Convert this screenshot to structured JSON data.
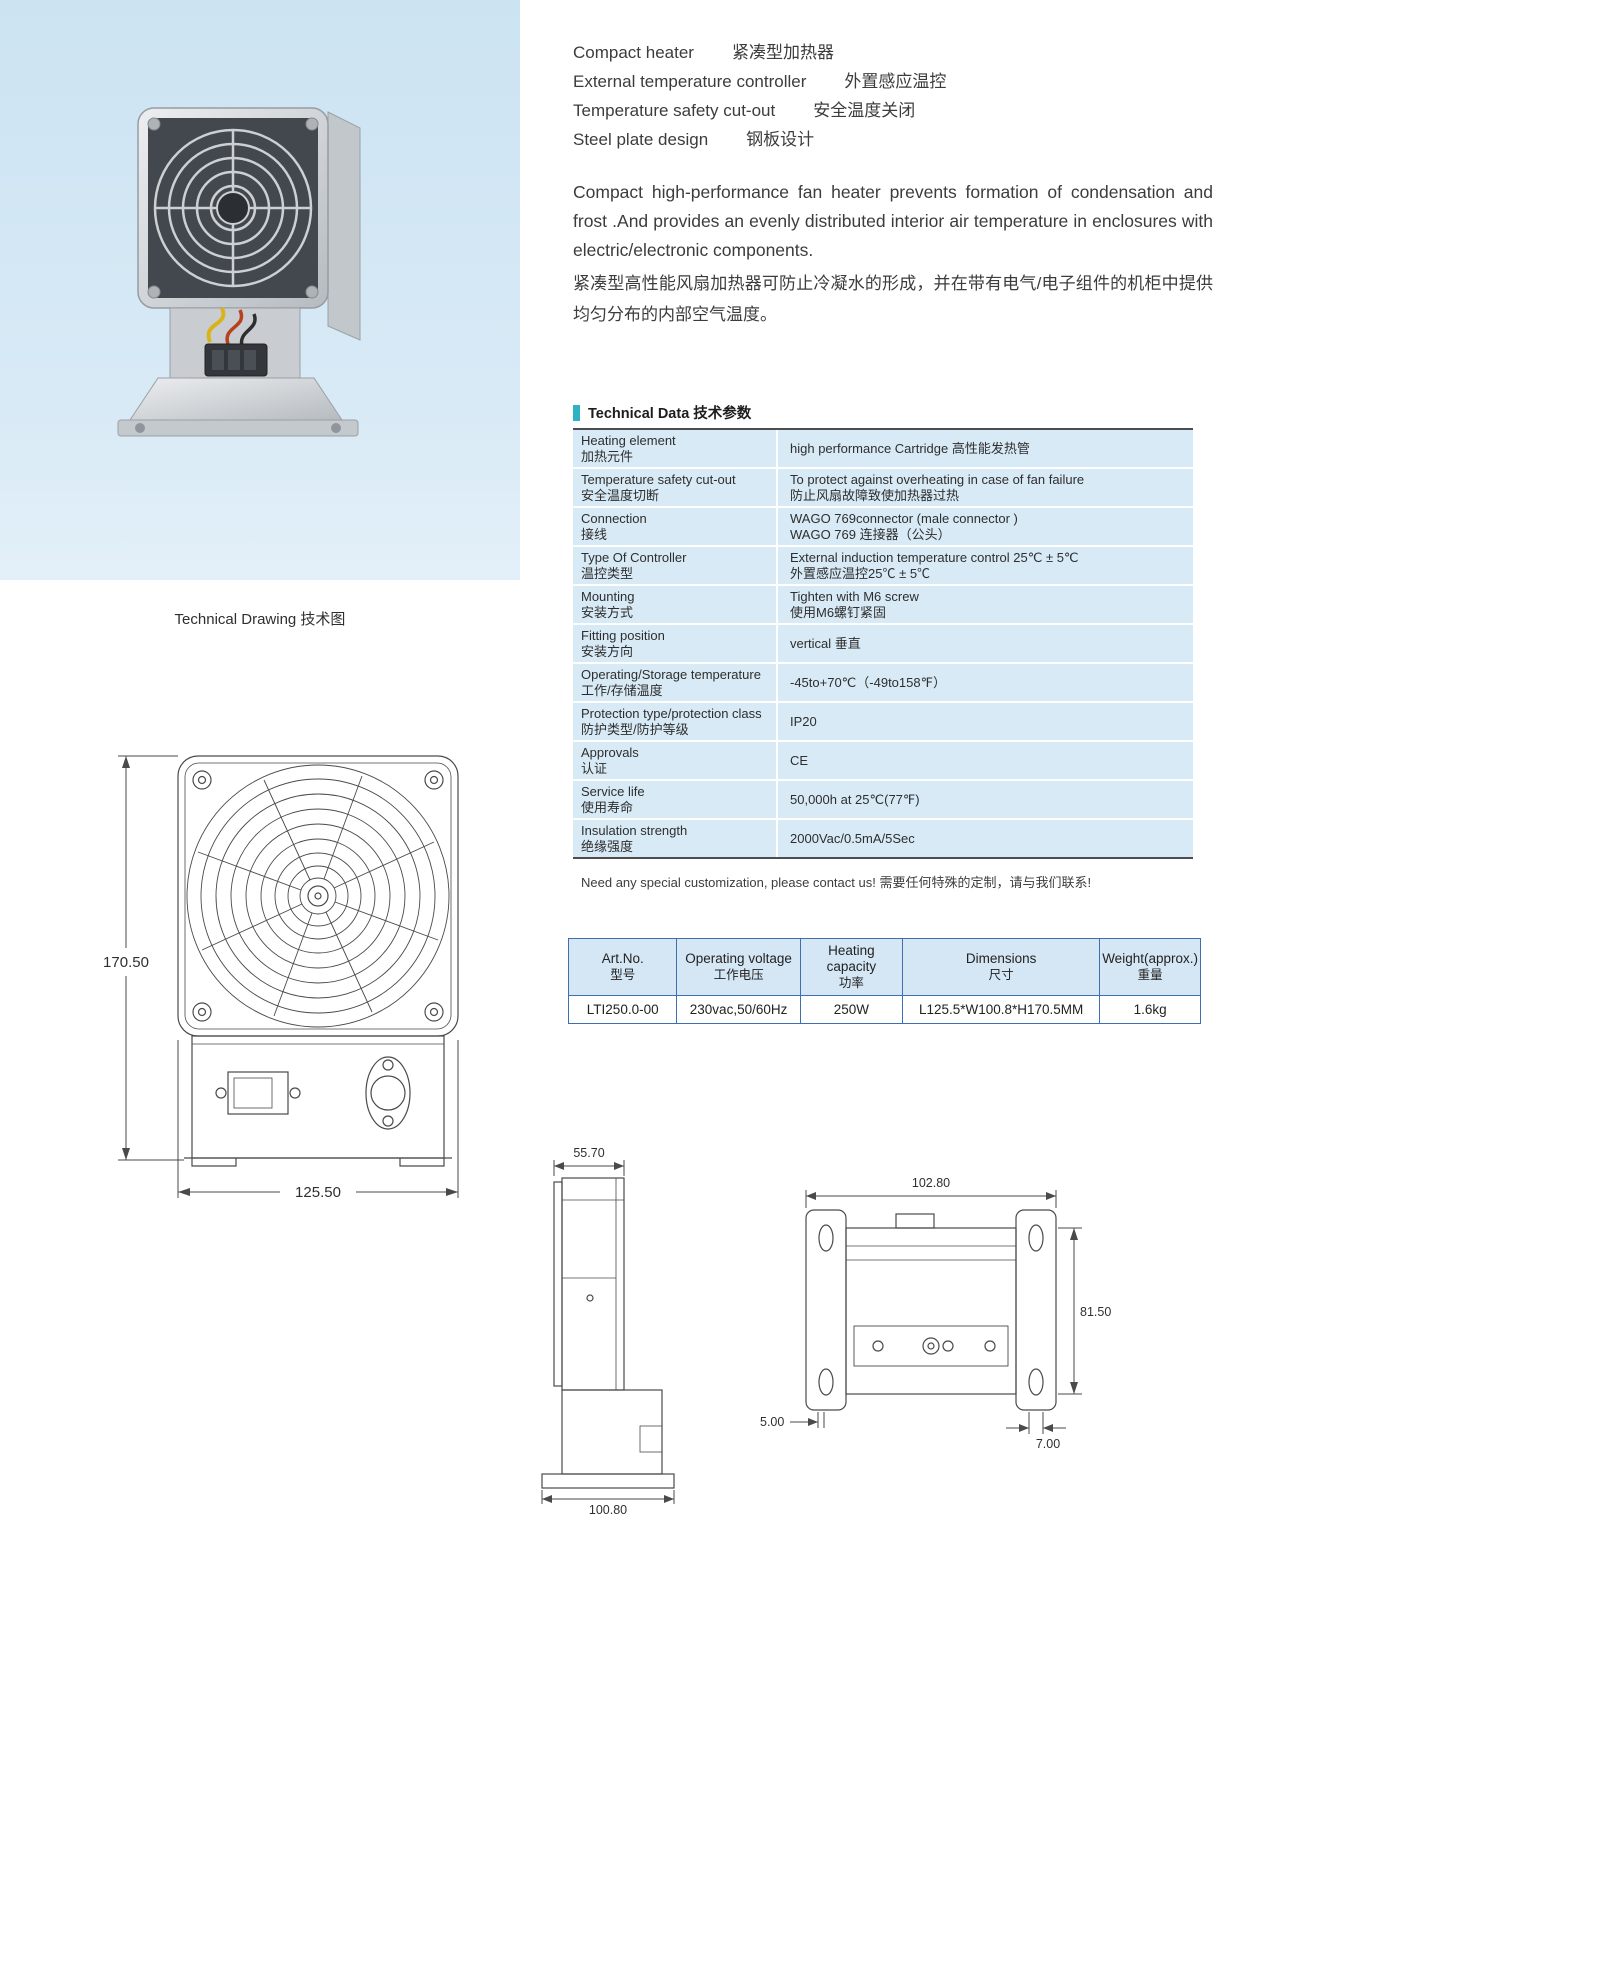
{
  "features": [
    {
      "en": "Compact heater",
      "cn": "紧凑型加热器"
    },
    {
      "en": "External temperature controller",
      "cn": "外置感应温控"
    },
    {
      "en": "Temperature safety cut-out",
      "cn": "安全温度关闭"
    },
    {
      "en": "Steel plate design",
      "cn": "钢板设计"
    }
  ],
  "description": {
    "en": "Compact high-performance fan heater prevents formation of condensation and frost .And provides an evenly distributed interior air temperature in enclosures with electric/electronic components.",
    "cn": "紧凑型高性能风扇加热器可防止冷凝水的形成，并在带有电气/电子组件的机柜中提供均匀分布的内部空气温度。"
  },
  "technical_data": {
    "title": "Technical Data 技术参数",
    "rows": [
      {
        "label_en": "Heating element",
        "label_cn": "加热元件",
        "value1": "high performance Cartridge  高性能发热管",
        "value2": ""
      },
      {
        "label_en": "Temperature safety cut-out",
        "label_cn": "安全温度切断",
        "value1": "To protect against overheating in case of fan failure",
        "value2": "防止风扇故障致使加热器过热"
      },
      {
        "label_en": "Connection",
        "label_cn": "接线",
        "value1": "WAGO  769connector (male connector )",
        "value2": "WAGO 769 连接器（公头）"
      },
      {
        "label_en": "Type Of Controller",
        "label_cn": "温控类型",
        "value1": "External induction temperature control 25℃ ± 5℃",
        "value2": "外置感应温控25℃ ± 5℃"
      },
      {
        "label_en": "Mounting",
        "label_cn": "安装方式",
        "value1": "Tighten with M6 screw",
        "value2": "使用M6螺钉紧固"
      },
      {
        "label_en": "Fitting position",
        "label_cn": "安装方向",
        "value1": "vertical 垂直",
        "value2": ""
      },
      {
        "label_en": "Operating/Storage temperature",
        "label_cn": "工作/存储温度",
        "value1": "-45to+70℃（-49to158℉）",
        "value2": ""
      },
      {
        "label_en": "Protection type/protection class",
        "label_cn": "防护类型/防护等级",
        "value1": "IP20",
        "value2": ""
      },
      {
        "label_en": "Approvals",
        "label_cn": "认证",
        "value1": "CE",
        "value2": ""
      },
      {
        "label_en": "Service life",
        "label_cn": "使用寿命",
        "value1": "50,000h at 25℃(77℉)",
        "value2": ""
      },
      {
        "label_en": "Insulation strength",
        "label_cn": "绝缘强度",
        "value1": "2000Vac/0.5mA/5Sec",
        "value2": ""
      }
    ],
    "note": "Need any special customization, please contact us!  需要任何特殊的定制，请与我们联系!"
  },
  "spec_table": {
    "headers": [
      {
        "en": "Art.No.",
        "cn": "型号"
      },
      {
        "en": "Operating voltage",
        "cn": "工作电压"
      },
      {
        "en": "Heating capacity",
        "cn": "功率"
      },
      {
        "en": "Dimensions",
        "cn": "尺寸"
      },
      {
        "en": "Weight(approx.)",
        "cn": "重量"
      }
    ],
    "row": [
      "LTI250.0-00",
      "230vac,50/60Hz",
      "250W",
      "L125.5*W100.8*H170.5MM",
      "1.6kg"
    ]
  },
  "drawing": {
    "label": "Technical Drawing 技术图",
    "front": {
      "height_dim": "170.50",
      "width_dim": "125.50"
    },
    "side": {
      "depth_dim": "55.70",
      "base_dim": "100.80"
    },
    "back": {
      "width_dim": "102.80",
      "height_dim": "81.50",
      "offset_left": "5.00",
      "offset_right": "7.00"
    }
  }
}
